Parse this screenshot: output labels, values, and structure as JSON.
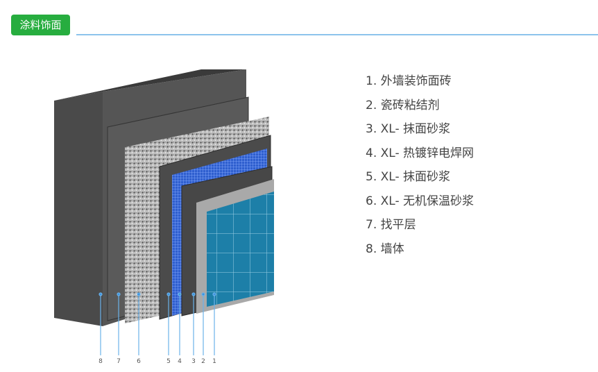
{
  "header": {
    "title": "涂料饰面"
  },
  "legend": [
    "1. 外墙装饰面砖",
    "2. 瓷砖粘结剂",
    "3. XL- 抹面砂浆",
    "4. XL- 热镀锌电焊网",
    "5. XL- 抹面砂浆",
    "6. XL- 无机保温砂浆",
    "7. 找平层",
    "8. 墙体"
  ],
  "callouts": [
    "8",
    "7",
    "6",
    "5",
    "4",
    "3",
    "2",
    "1"
  ],
  "colors": {
    "accent": "#27ad3f",
    "rule": "#8cc3ec",
    "pointer": "#4a9ee0",
    "tile": "#1d7fa8"
  }
}
